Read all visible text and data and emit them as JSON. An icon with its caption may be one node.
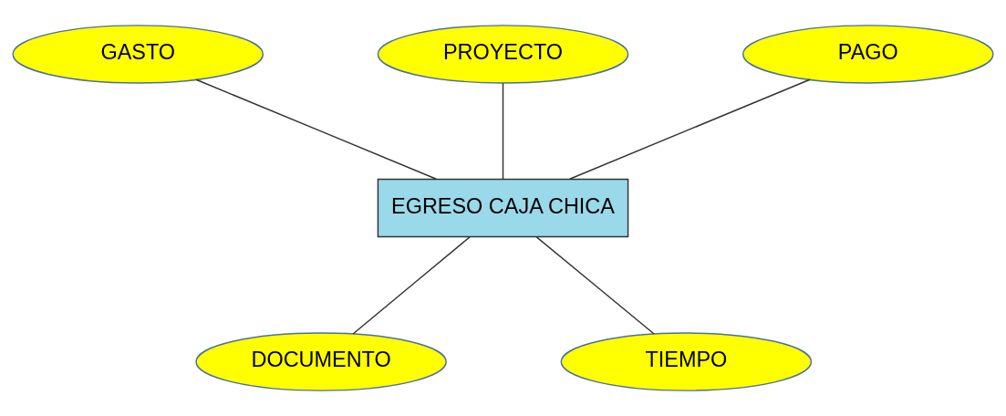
{
  "diagram": {
    "nodes": [
      {
        "text": [
          "GASTO"
        ]
      },
      {
        "text": [
          "PROYECTO"
        ]
      },
      {
        "text": [
          "PAGO"
        ]
      },
      {
        "text": [
          "EGRESO CAJA CHICA"
        ]
      },
      {
        "text": [
          "DOCUMENTO"
        ]
      },
      {
        "text": [
          "TIEMPO"
        ]
      }
    ],
    "edges": [
      {
        "from": 0,
        "to": 3,
        "arrow": "none"
      },
      {
        "from": 1,
        "to": 3,
        "arrow": "none"
      },
      {
        "from": 2,
        "to": 3,
        "arrow": "none"
      },
      {
        "from": 3,
        "to": 4,
        "arrow": "none"
      },
      {
        "from": 3,
        "to": 5,
        "arrow": "none"
      }
    ]
  }
}
